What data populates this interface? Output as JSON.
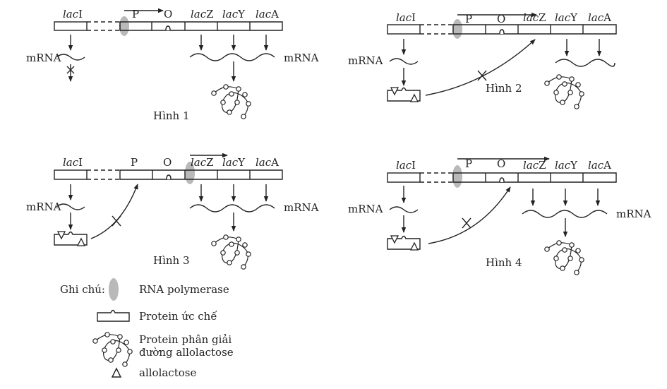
{
  "figures": [
    {
      "caption": "Hình 1",
      "genes": [
        "lac",
        "I",
        "P",
        "O",
        "lac",
        "Z",
        "lac",
        "Y",
        "lac",
        "A"
      ],
      "gene_labels": {
        "lacI": "lacI",
        "P": "P",
        "O": "O",
        "lacZ": "lacZ",
        "lacY": "lacY",
        "lacA": "lacA"
      },
      "polymerase_at": "P",
      "repressor_mrna_label": "mRNA",
      "operon_mrna_label": "mRNA",
      "repressor_translation_blocked": true,
      "repressor_binds": null,
      "operon_transcribed": [
        "lacZ",
        "lacY",
        "lacA"
      ],
      "protein_produced": true
    },
    {
      "caption": "Hình 2",
      "polymerase_at": "P",
      "repressor_mrna_label": "mRNA",
      "repressor_binds": "lacZ",
      "binding_blocked": true,
      "operon_transcribed": [
        "lacY",
        "lacA"
      ],
      "protein_produced": true
    },
    {
      "caption": "Hình 3",
      "polymerase_at": "lacZ",
      "repressor_mrna_label": "mRNA",
      "operon_mrna_label": "mRNA",
      "repressor_binds": "P",
      "binding_blocked": true,
      "operon_transcribed": [
        "lacZ",
        "lacY",
        "lacA"
      ],
      "protein_produced": true
    },
    {
      "caption": "Hình 4",
      "polymerase_at": "P",
      "repressor_mrna_label": "mRNA",
      "operon_mrna_label": "mRNA",
      "repressor_binds": "O",
      "binding_blocked": true,
      "operon_transcribed": [
        "lacZ",
        "lacY",
        "lacA"
      ],
      "protein_produced": true
    }
  ],
  "labels": {
    "lac": "lac",
    "I": "I",
    "P": "P",
    "O": "O",
    "Z": "Z",
    "Y": "Y",
    "A": "A",
    "mrna": "mRNA"
  },
  "legend": {
    "title": "Ghi chú:",
    "items": [
      {
        "symbol": "ellipse-gray",
        "label": "RNA polymerase"
      },
      {
        "symbol": "repressor-box",
        "label": "Protein ức chế"
      },
      {
        "symbol": "bead-chain",
        "label": [
          "Protein phân giải",
          "đường allolactose"
        ]
      },
      {
        "symbol": "triangle",
        "label": "allolactose"
      }
    ]
  },
  "colors": {
    "ink": "#222222",
    "polymerase": "#b9b9b9",
    "background": "#ffffff"
  }
}
